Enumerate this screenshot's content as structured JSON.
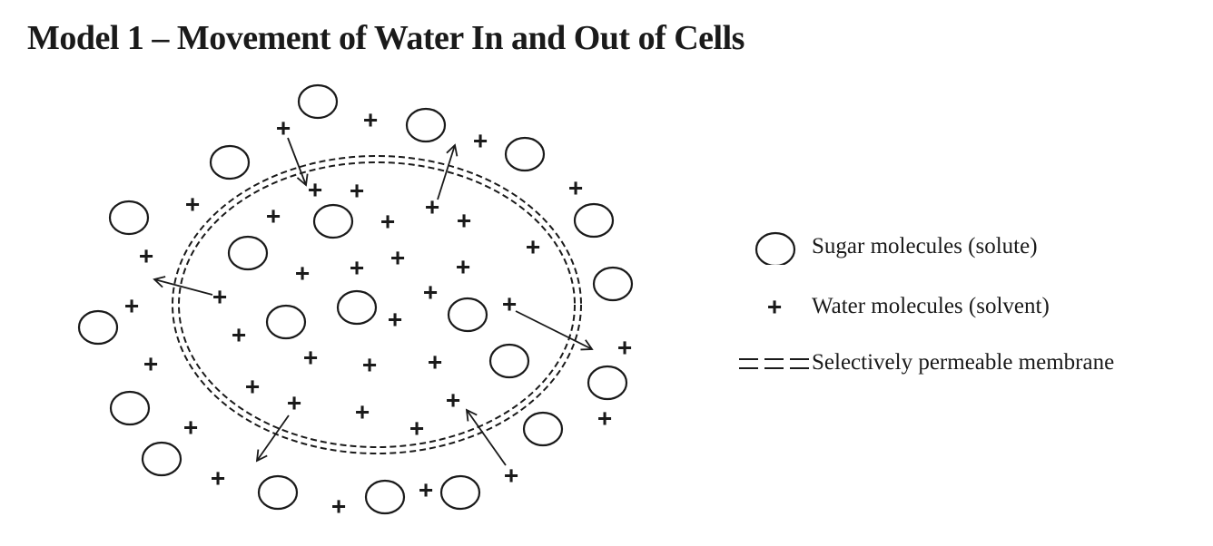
{
  "title": "Model 1 – Movement of Water In and Out of Cells",
  "symbols": {
    "water": "+"
  },
  "legend": {
    "sugar": "Sugar molecules (solute)",
    "water": "Water molecules (solvent)",
    "membrane": "Selectively permeable membrane"
  },
  "colors": {
    "ink": "#1a1a1a",
    "background": "#ffffff"
  }
}
